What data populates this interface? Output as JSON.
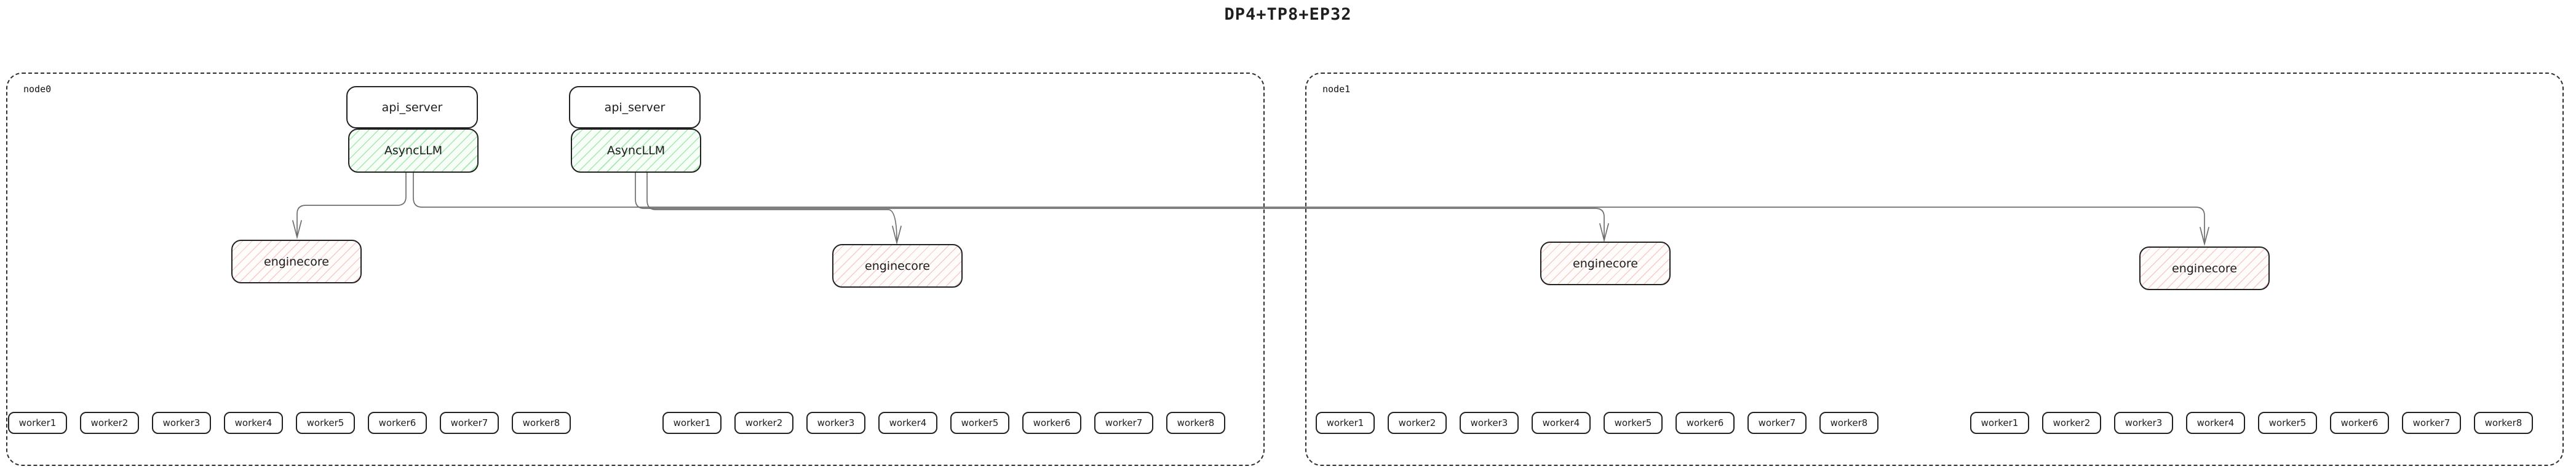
{
  "title": "DP4+TP8+EP32",
  "colors": {
    "edge": "#6e6e6e",
    "box_border": "#212121",
    "asyncllm_hatch_green": "#60d67a",
    "enginecore_hatch_red": "#e9807a",
    "node_border": "#2e2e2e"
  },
  "nodes": [
    {
      "label": "node0",
      "api_stacks": [
        {
          "api_server_label": "api_server",
          "asyncllm_label": "AsyncLLM"
        },
        {
          "api_server_label": "api_server",
          "asyncllm_label": "AsyncLLM"
        }
      ],
      "enginecores": [
        {
          "label": "enginecore"
        },
        {
          "label": "enginecore"
        }
      ],
      "worker_groups": [
        {
          "workers": [
            "worker1",
            "worker2",
            "worker3",
            "worker4",
            "worker5",
            "worker6",
            "worker7",
            "worker8"
          ]
        },
        {
          "workers": [
            "worker1",
            "worker2",
            "worker3",
            "worker4",
            "worker5",
            "worker6",
            "worker7",
            "worker8"
          ]
        }
      ]
    },
    {
      "label": "node1",
      "enginecores": [
        {
          "label": "enginecore"
        },
        {
          "label": "enginecore"
        }
      ],
      "worker_groups": [
        {
          "workers": [
            "worker1",
            "worker2",
            "worker3",
            "worker4",
            "worker5",
            "worker6",
            "worker7",
            "worker8"
          ]
        },
        {
          "workers": [
            "worker1",
            "worker2",
            "worker3",
            "worker4",
            "worker5",
            "worker6",
            "worker7",
            "worker8"
          ]
        }
      ]
    }
  ]
}
